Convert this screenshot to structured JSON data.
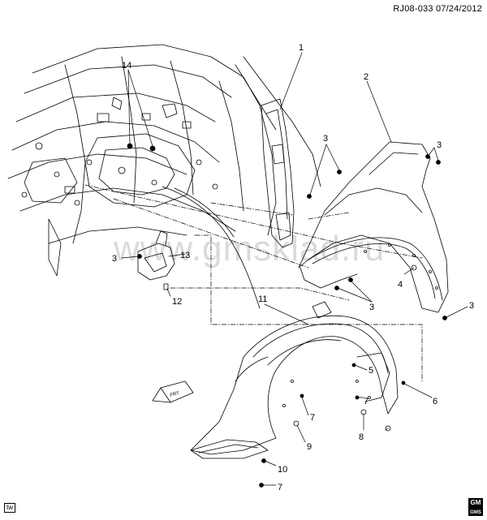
{
  "header": {
    "ref_code": "RJ08-033 07/24/2012"
  },
  "watermark": "www.gmsklad.ru",
  "corner_tag": "tw",
  "front_label": "FRT",
  "logo": {
    "line1": "GM",
    "line2": "GMS"
  },
  "callouts": [
    {
      "id": "c1",
      "label": "1"
    },
    {
      "id": "c2",
      "label": "2"
    },
    {
      "id": "c3a",
      "label": "3"
    },
    {
      "id": "c3b",
      "label": "3"
    },
    {
      "id": "c3c",
      "label": "3"
    },
    {
      "id": "c3d",
      "label": "3"
    },
    {
      "id": "c3e",
      "label": "3"
    },
    {
      "id": "c4",
      "label": "4"
    },
    {
      "id": "c5",
      "label": "5"
    },
    {
      "id": "c6",
      "label": "6"
    },
    {
      "id": "c7a",
      "label": "7"
    },
    {
      "id": "c7b",
      "label": "7"
    },
    {
      "id": "c7c",
      "label": "7"
    },
    {
      "id": "c8",
      "label": "8"
    },
    {
      "id": "c9",
      "label": "9"
    },
    {
      "id": "c10",
      "label": "10"
    },
    {
      "id": "c11",
      "label": "11"
    },
    {
      "id": "c12",
      "label": "12"
    },
    {
      "id": "c13",
      "label": "13"
    },
    {
      "id": "c14",
      "label": "14"
    }
  ]
}
